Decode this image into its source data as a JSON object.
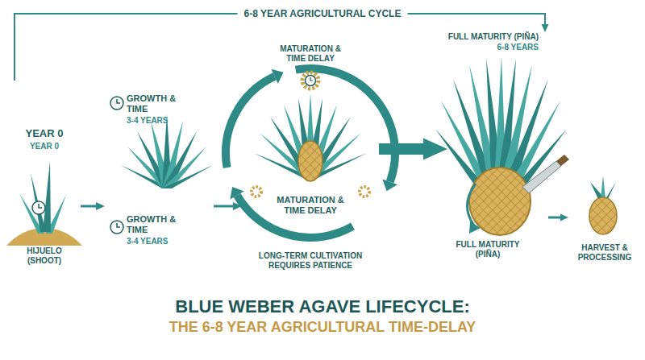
{
  "diagram": {
    "title": "BLUE WEBER AGAVE LIFECYCLE:",
    "caption": "THE 6-8 YEAR AGRICULTURAL TIME-DELAY",
    "nodes": [
      {
        "text": [
          "YEAR 0",
          "YEAR 0",
          "HIJUELO (SHOOT)"
        ]
      },
      {
        "text": [
          "GROWTH & TIME",
          "3-4 YEARS",
          "GROWTH & TIME",
          "3-4 YEARS"
        ]
      },
      {
        "text": [
          "MATURATION & TIME DELAY",
          "MATURATION & TIME DELAY",
          "LONG-TERM CULTIVATION REQUIRES PATIENCE"
        ]
      },
      {
        "text": [
          "FULL MATURITY (PIÑA)",
          "6-8 YEARS",
          "FULL MATURITY (PIÑA)"
        ]
      },
      {
        "text": [
          "HARVEST & PROCESSING"
        ]
      }
    ],
    "edges": [
      {
        "from": 0,
        "to": 1,
        "arrow": "to"
      },
      {
        "from": 1,
        "to": 2,
        "arrow": "to"
      },
      {
        "from": 2,
        "to": 3,
        "arrow": "to"
      },
      {
        "from": 3,
        "to": 4,
        "arrow": "to"
      },
      {
        "from": 0,
        "to": 3,
        "arrow": "to",
        "label": "6-8 YEAR AGRICULTURAL CYCLE"
      }
    ]
  }
}
